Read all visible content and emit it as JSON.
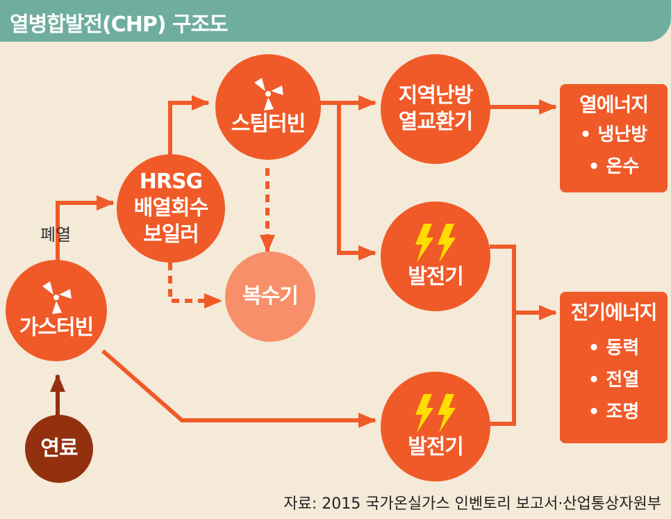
{
  "header": {
    "title": "열병합발전(CHP) 구조도"
  },
  "nodes": {
    "fuel": {
      "label": "연료"
    },
    "gas_turbine": {
      "label": "가스터빈",
      "icon": "turbine-icon"
    },
    "hrsg": {
      "label_lines": [
        "HRSG",
        "배열회수",
        "보일러"
      ]
    },
    "steam_turbine": {
      "label": "스팀터빈",
      "icon": "turbine-icon"
    },
    "condenser": {
      "label": "복수기"
    },
    "district_heat_exchanger": {
      "label_lines": [
        "지역난방",
        "열교환기"
      ]
    },
    "generator_top": {
      "label": "발전기",
      "icon": "lightning-icon"
    },
    "generator_bottom": {
      "label": "발전기",
      "icon": "lightning-icon"
    }
  },
  "outputs": {
    "heat_energy": {
      "title": "열에너지",
      "items": [
        "냉난방",
        "온수"
      ]
    },
    "electric_energy": {
      "title": "전기에너지",
      "items": [
        "동력",
        "전열",
        "조명"
      ]
    }
  },
  "labels": {
    "exhaust_heat": "폐열"
  },
  "bullet": "•",
  "source": "자료: 2015 국가온실가스 인벤토리 보고서·산업통상자원부",
  "colors": {
    "background": "#f5ead8",
    "header": "#6fae9e",
    "node": "#f05a28",
    "condenser": "#f7906a",
    "fuel": "#93310f",
    "lightning": "#ffdd00"
  }
}
